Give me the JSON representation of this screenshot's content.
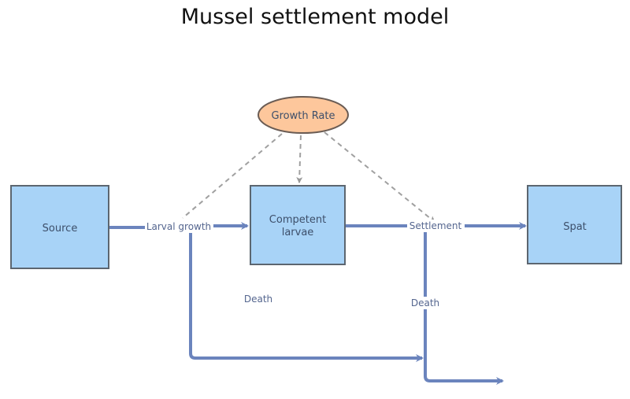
{
  "title": "Mussel settlement model",
  "nodes": {
    "source": {
      "label": "Source"
    },
    "competent": {
      "label_line1": "Competent",
      "label_line2": "larvae"
    },
    "spat": {
      "label": "Spat"
    },
    "growth_rate": {
      "label": "Growth Rate"
    }
  },
  "flows": {
    "larval_growth": "Larval growth",
    "settlement": "Settlement",
    "death1": "Death",
    "death2": "Death"
  },
  "colors": {
    "stock_fill": "#a8d3f7",
    "stock_stroke": "#5c6670",
    "variable_fill": "#fdc79c",
    "flow": "#6b84bd",
    "link": "#a0a0a0"
  }
}
